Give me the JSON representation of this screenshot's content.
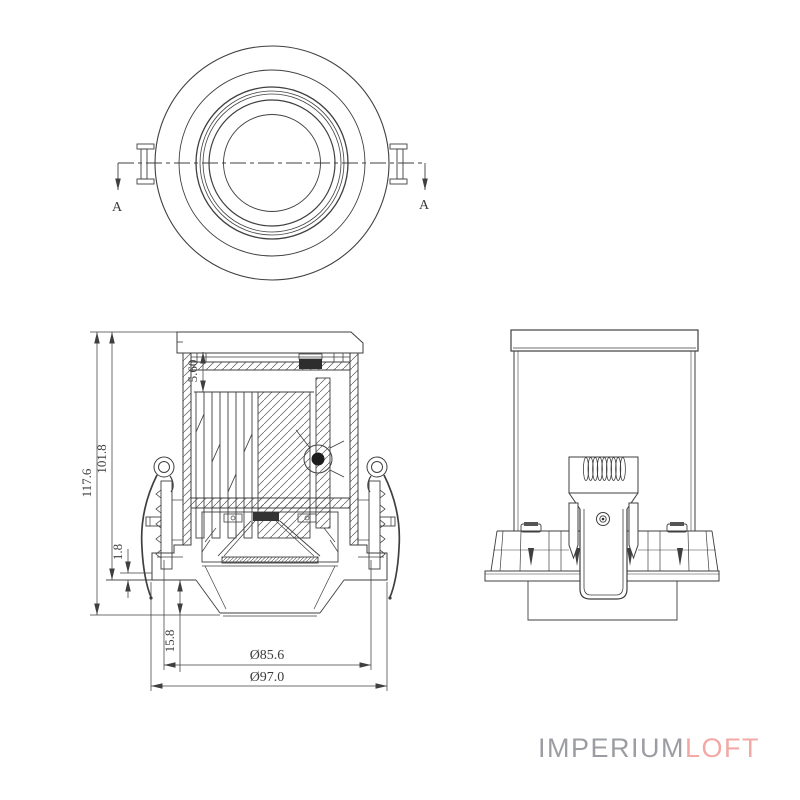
{
  "canvas": {
    "background": "#ffffff",
    "line_color": "#3f3f3f"
  },
  "top_view": {
    "section_arrow_left_label": "A",
    "section_arrow_right_label": "A"
  },
  "front_view": {
    "dim_overall_height": "117.6",
    "dim_recess_height": "101.8",
    "dim_top_gap": "5.60",
    "dim_flange_thickness": "1.8",
    "dim_trim_protrusion": "15.8",
    "dim_inner_diameter": "Ø85.6",
    "dim_outer_diameter": "Ø97.0"
  },
  "watermark": {
    "brand_part_1": "IMPERIUM",
    "brand_part_2": "LOFT",
    "color_part_1": "#9b9da2",
    "color_part_2": "#f2a8a5"
  }
}
